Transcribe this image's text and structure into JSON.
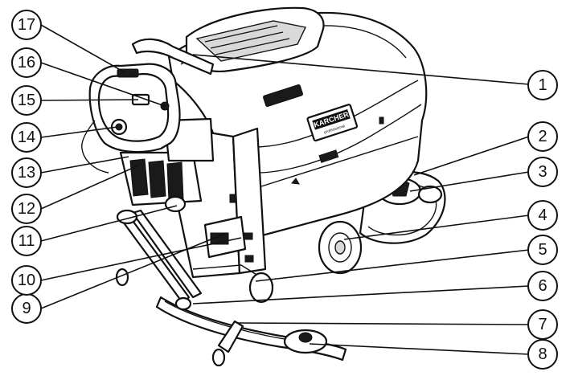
{
  "figure": {
    "logo_text": "KARCHER",
    "logo_subtext": "professional",
    "callouts": [
      {
        "label": "1"
      },
      {
        "label": "2"
      },
      {
        "label": "3"
      },
      {
        "label": "4"
      },
      {
        "label": "5"
      },
      {
        "label": "6"
      },
      {
        "label": "7"
      },
      {
        "label": "8"
      },
      {
        "label": "9"
      },
      {
        "label": "10"
      },
      {
        "label": "11"
      },
      {
        "label": "12"
      },
      {
        "label": "13"
      },
      {
        "label": "14"
      },
      {
        "label": "15"
      },
      {
        "label": "16"
      },
      {
        "label": "17"
      }
    ]
  }
}
